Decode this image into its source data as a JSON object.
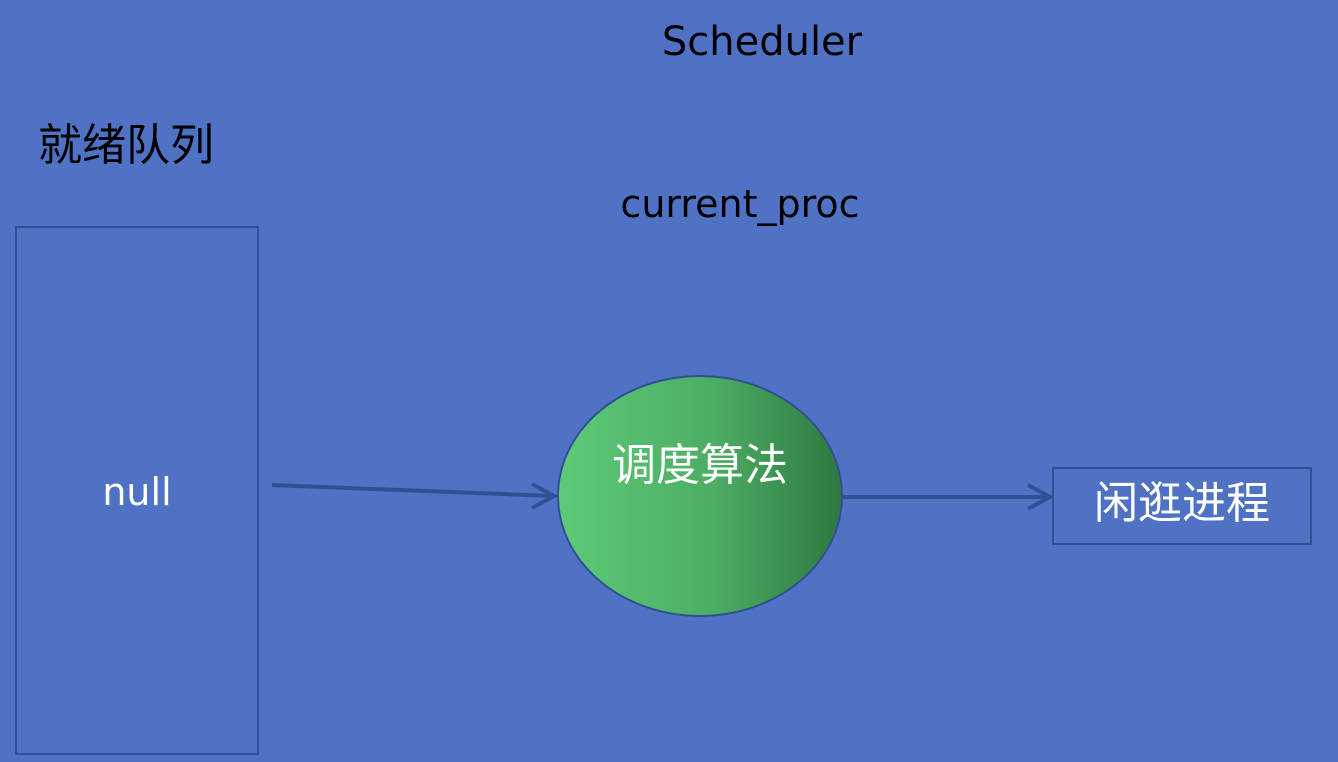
{
  "title": "Scheduler",
  "ready_queue": {
    "label": "就绪队列",
    "content": "null"
  },
  "current_proc_label": "current_proc",
  "algorithm": {
    "label": "调度算法"
  },
  "idle_process": {
    "label": "闲逛进程"
  },
  "colors": {
    "background": "#5072c5",
    "border": "#2f5193",
    "ellipse_start": "#5cc878",
    "ellipse_end": "#2f7a42",
    "arrow": "#2f5193"
  }
}
